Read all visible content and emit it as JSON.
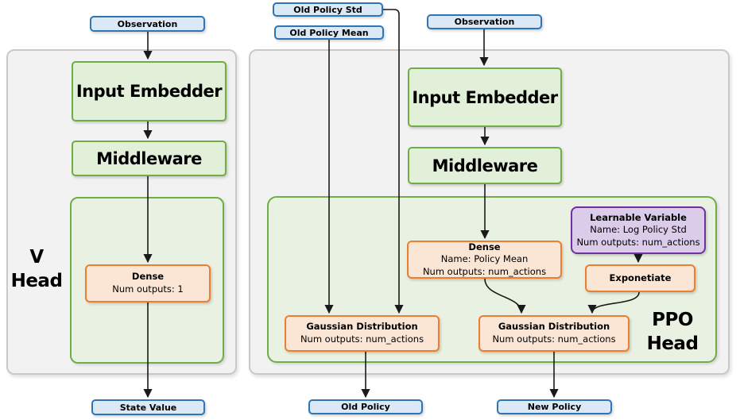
{
  "palette": {
    "blue_border": "#2E75B6",
    "blue_fill": "#DBE9F7",
    "green_border": "#70AD47",
    "green_fill": "#E2EFD9",
    "green_panel_fill": "#E9F2E2",
    "orange_border": "#ED7D31",
    "orange_fill": "#FBE5D5",
    "purple_border": "#7030A0",
    "purple_fill": "#DBCCEA",
    "panel_fill": "#F2F2F2",
    "panel_border": "#C9C9C9",
    "arrow_color": "#1A1A1A"
  },
  "v_head": {
    "observation": "Observation",
    "input_embedder": "Input Embedder",
    "middleware": "Middleware",
    "dense_title": "Dense",
    "dense_outputs": "Num outputs: 1",
    "label_line1": "V",
    "label_line2": "Head",
    "output": "State Value"
  },
  "ppo_head": {
    "old_policy_std": "Old Policy Std",
    "old_policy_mean": "Old Policy Mean",
    "observation": "Observation",
    "input_embedder": "Input Embedder",
    "middleware": "Middleware",
    "dense_title": "Dense",
    "dense_name": "Name: Policy Mean",
    "dense_outputs": "Num outputs: num_actions",
    "learnable_title": "Learnable Variable",
    "learnable_name": "Name: Log Policy Std",
    "learnable_outputs": "Num outputs: num_actions",
    "exponetiate": "Exponetiate",
    "gaussian_old_title": "Gaussian Distribution",
    "gaussian_old_outputs": "Num outputs: num_actions",
    "gaussian_new_title": "Gaussian Distribution",
    "gaussian_new_outputs": "Num outputs: num_actions",
    "label_line1": "PPO",
    "label_line2": "Head",
    "output_old": "Old Policy",
    "output_new": "New Policy"
  }
}
